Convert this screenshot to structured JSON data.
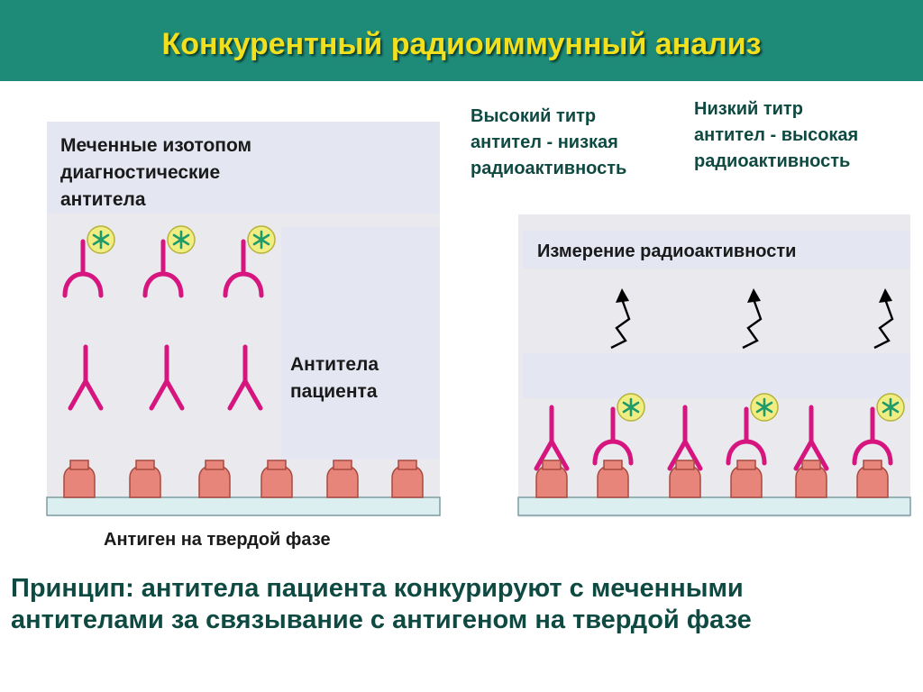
{
  "title": "Конкурентный радиоиммунный анализ",
  "left_panel": {
    "labeled_antibodies_label": [
      "Меченные изотопом",
      "диагностические",
      "антитела"
    ],
    "patient_antibodies_label": [
      "Антитела",
      "пациента"
    ],
    "solid_phase_label": "Антиген на твердой фазе"
  },
  "right_panel": {
    "high_titer_label": [
      "Высокий титр",
      "антител - низкая",
      "радиоактивность"
    ],
    "low_titer_label": [
      "Низкий титр",
      "антител  - высокая",
      "радиоактивность"
    ],
    "measurement_label": "Измерение радиоактивности"
  },
  "principle": [
    "Принцип: антитела пациента конкурируют с меченными",
    "антителами за связывание с антигеном на твердой фазе"
  ],
  "colors": {
    "header_bg": "#1e8a78",
    "title_text": "#f2e01e",
    "antibody": "#d6157f",
    "antigen": "#e8857a",
    "label_circle": "#f0ee82",
    "panel_bg": "#e4e6f2",
    "solid_phase": "#dbeef0"
  },
  "icons": [
    "radioactive-label-icon",
    "antibody-icon",
    "antigen-icon",
    "radiation-arrow-icon"
  ]
}
